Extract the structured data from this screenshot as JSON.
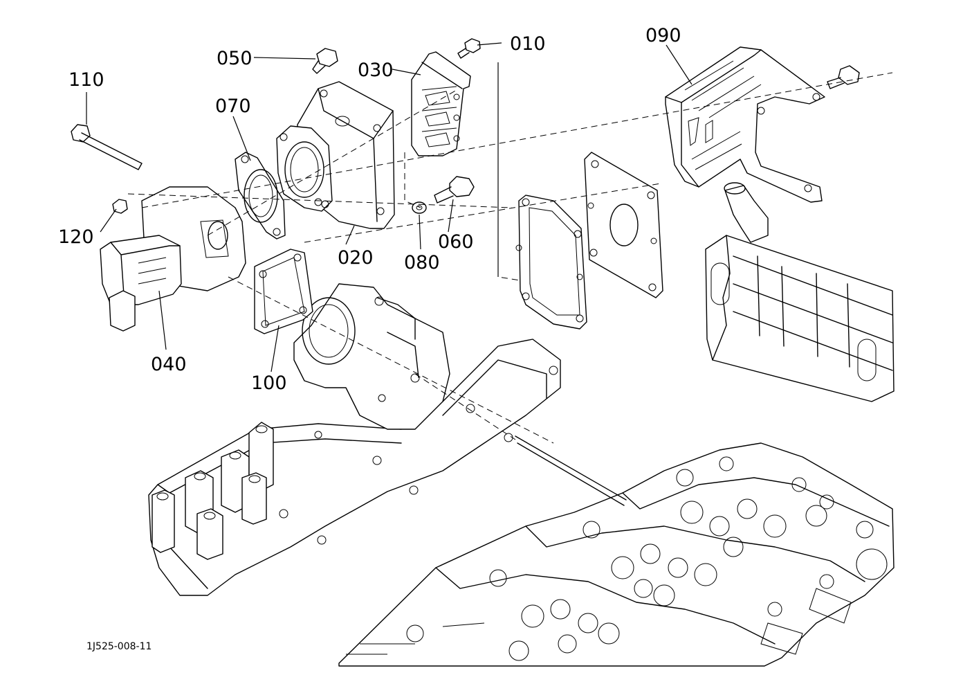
{
  "drawing_id": "1J525-008-11",
  "callouts": [
    {
      "id": "010",
      "label": "010"
    },
    {
      "id": "020",
      "label": "020"
    },
    {
      "id": "030",
      "label": "030"
    },
    {
      "id": "040",
      "label": "040"
    },
    {
      "id": "050",
      "label": "050"
    },
    {
      "id": "060",
      "label": "060"
    },
    {
      "id": "070",
      "label": "070"
    },
    {
      "id": "080",
      "label": "080"
    },
    {
      "id": "090",
      "label": "090"
    },
    {
      "id": "100",
      "label": "100"
    },
    {
      "id": "110",
      "label": "110"
    },
    {
      "id": "120",
      "label": "120"
    }
  ]
}
